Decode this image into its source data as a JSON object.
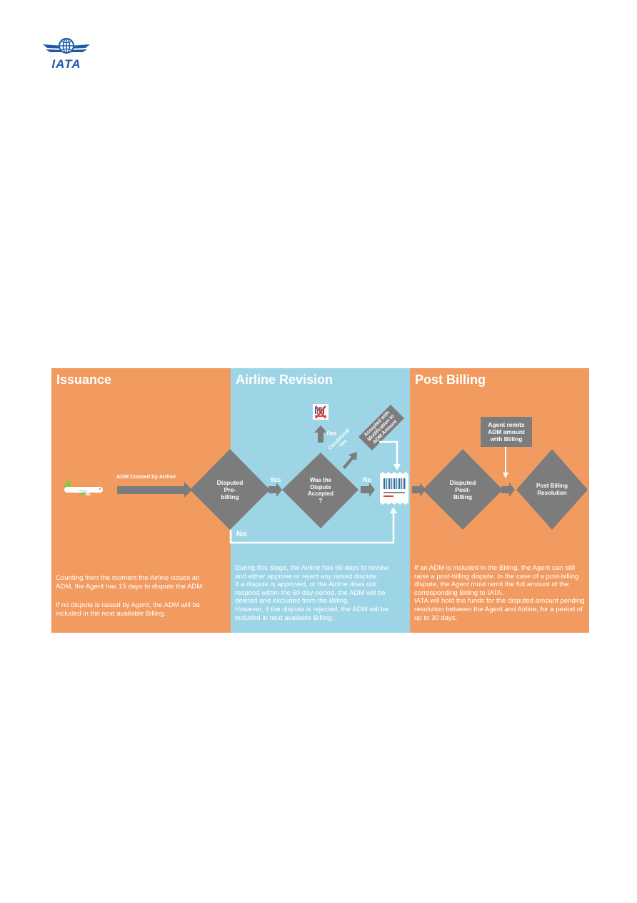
{
  "logo": {
    "text": "IATA"
  },
  "colors": {
    "orange": "#f29b60",
    "blue": "#9dd5e7",
    "gray": "#7c7c7c",
    "white": "#ffffff",
    "plane_green": "#8dc63f"
  },
  "icons": [
    "globe-icon",
    "airplane-icon",
    "barcode-document-icon",
    "cancelled-document-icon"
  ],
  "panels": {
    "issuance": {
      "title": "Issuance",
      "text1": "Counting from the moment the Airline issues an ADM, the Agent has 15 days to dispute the ADM.",
      "text2": "If no dispute is raised by Agent,  the ADM will be included in the next available Billing."
    },
    "revision": {
      "title": "Airline Revision",
      "text": "During this stage, the Airline has 60 days to review and either approve or reject any raised dispute.\nIf a dispute is approved, or the Airline does not respond within the 60 day-period,  the ADM will be deleted and excluded from the Billing.\nHowever, if the dispute is rejected, the ADM will be included in next available Billing."
    },
    "post": {
      "title": "Post Billing",
      "text": "If an ADM is included in the Billing, the Agent can still raise a post-billing dispute.  In  the case of a post-billing dispute, the Agent must remit the full amount of the corresponding Billing to IATA.\nIATA will hold the funds for the disputed  amount pending  resolution between the Agent and Airline, for a period of up to 30 days."
    }
  },
  "nodes": {
    "disputed_pre": "Disputed\nPre-\nbilling",
    "accepted": "Was the\nDispute\nAccepted\n?",
    "disputed_post": "Disputed\nPost-\nBilling",
    "resolution": "Post Billing\nResolution",
    "agent_remits": "Agent remits\nADM amount\nwith Billing",
    "accepted_mod": "Accepted with\nModification to\nADM Amount"
  },
  "edges": {
    "adm_created": "ADM Created by Airline",
    "yes1": "Yes",
    "yes_up": "Yes",
    "conditional_yes": "Conditional\nYes",
    "no_right": "No",
    "no_bottom": "No"
  }
}
